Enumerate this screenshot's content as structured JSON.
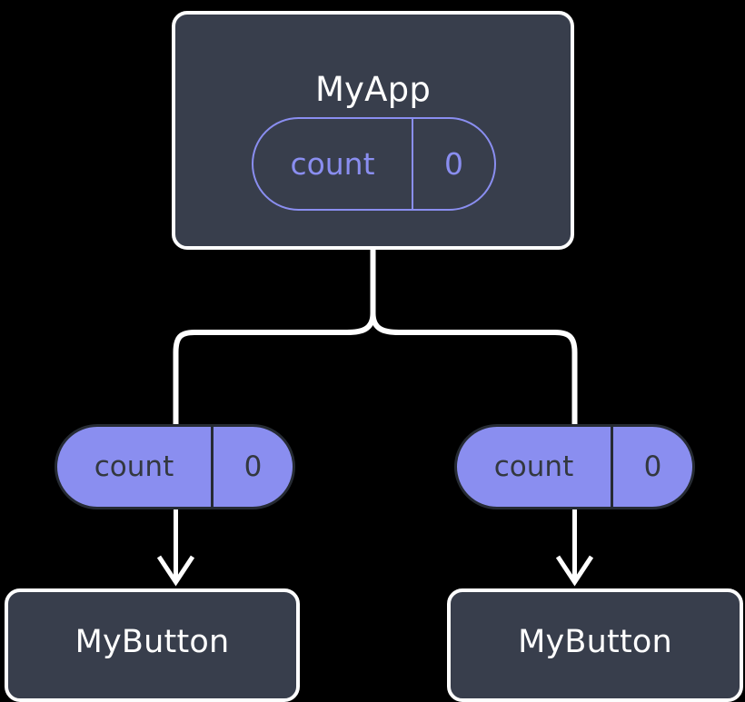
{
  "diagram": {
    "type": "component-state-tree",
    "background_color": "#000000",
    "accent_color": "#8a8ef0",
    "surface_color": "#383e4c",
    "stroke_color": "#ffffff",
    "root": {
      "name": "root-component",
      "title": "MyApp",
      "state": {
        "key": "count",
        "value": "0"
      }
    },
    "children": [
      {
        "name": "child-left",
        "title": "MyButton",
        "state": {
          "key": "count",
          "value": "0"
        }
      },
      {
        "name": "child-right",
        "title": "MyButton",
        "state": {
          "key": "count",
          "value": "0"
        }
      }
    ],
    "connectors": [
      {
        "name": "root-to-branch",
        "style": "solid-white-elbow"
      },
      {
        "name": "branch-to-left-pill",
        "style": "solid-white-elbow"
      },
      {
        "name": "branch-to-right-pill",
        "style": "solid-white-elbow"
      },
      {
        "name": "left-pill-to-left-button",
        "style": "solid-white-arrow"
      },
      {
        "name": "right-pill-to-right-button",
        "style": "solid-white-arrow"
      }
    ]
  }
}
